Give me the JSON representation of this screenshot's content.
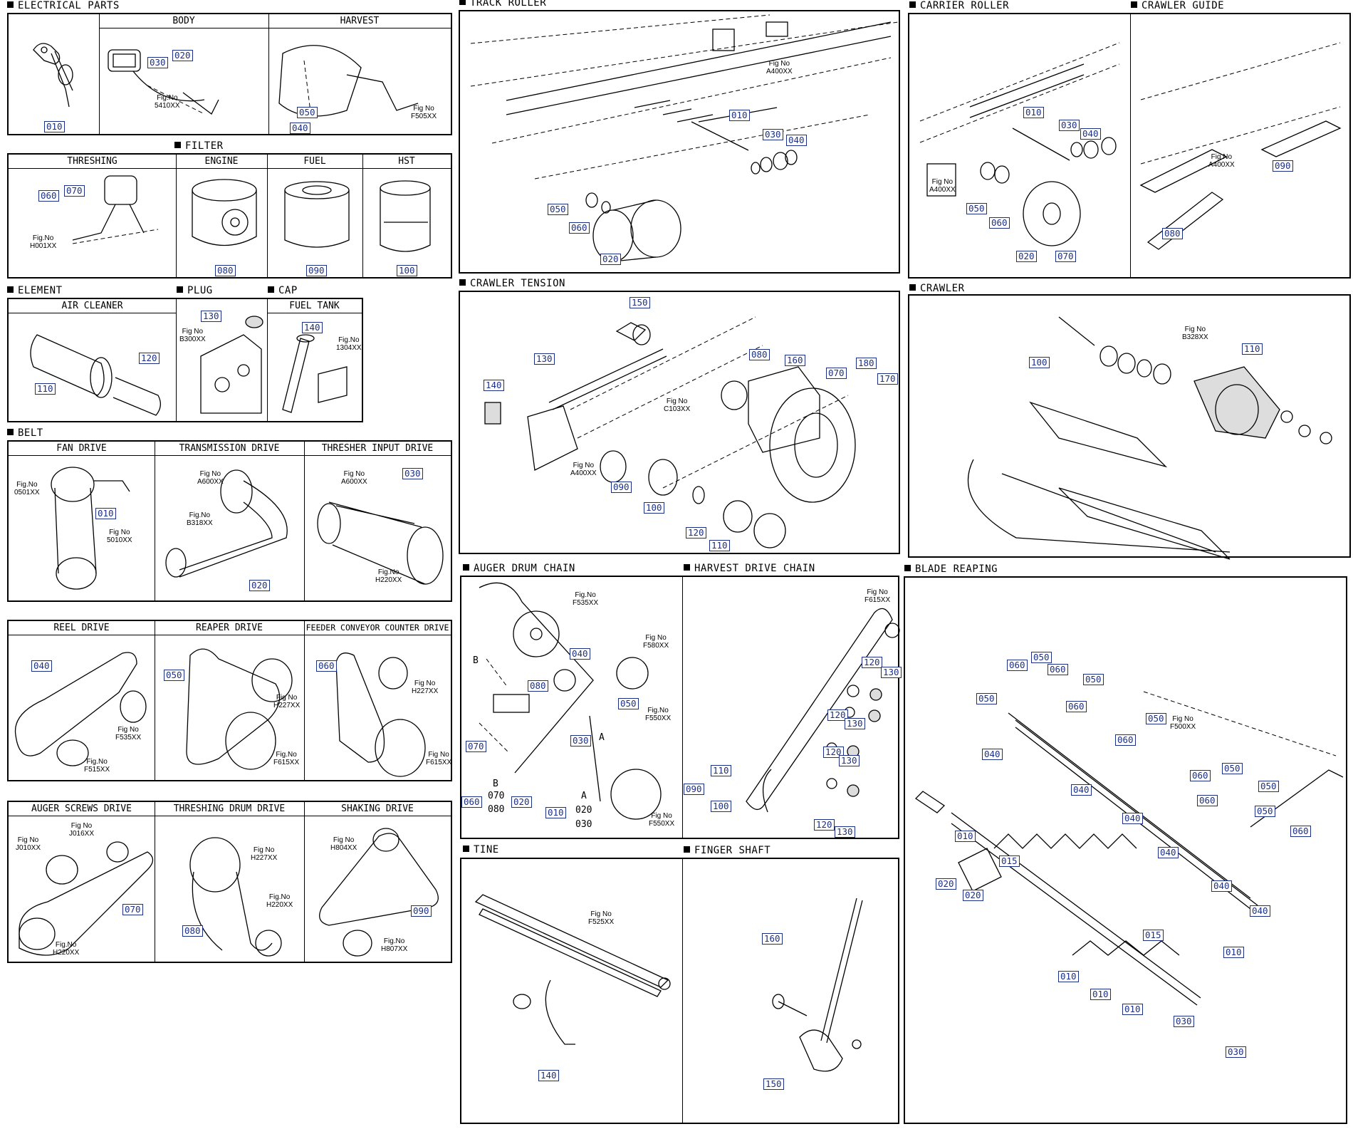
{
  "sections": {
    "electrical_parts": "ELECTRICAL PARTS",
    "filter": "FILTER",
    "element": "ELEMENT",
    "plug": "PLUG",
    "cap": "CAP",
    "belt": "BELT",
    "track_roller": "TRACK ROLLER",
    "crawler_tension": "CRAWLER TENSION",
    "auger_drum_chain": "AUGER DRUM CHAIN",
    "harvest_drive_chain": "HARVEST DRIVE CHAIN",
    "tine": "TINE",
    "finger_shaft": "FINGER SHAFT",
    "carrier_roller": "CARRIER ROLLER",
    "crawler_guide": "CRAWLER GUIDE",
    "crawler": "CRAWLER",
    "blade_reaping": "BLADE REAPING"
  },
  "headers": {
    "body": "BODY",
    "harvest": "HARVEST",
    "threshing": "THRESHING",
    "engine": "ENGINE",
    "fuel": "FUEL",
    "hst": "HST",
    "air_cleaner": "AIR CLEANER",
    "fuel_tank": "FUEL TANK",
    "fan_drive": "FAN DRIVE",
    "transmission_drive": "TRANSMISSION DRIVE",
    "thresher_input_drive": "THRESHER INPUT DRIVE",
    "reel_drive": "REEL DRIVE",
    "reaper_drive": "REAPER DRIVE",
    "feeder_conveyor_counter_drive": "FEEDER CONVEYOR COUNTER DRIVE",
    "auger_screws_drive": "AUGER SCREWS DRIVE",
    "threshing_drum_drive": "THRESHING DRUM DRIVE",
    "shaking_drive": "SHAKING DRIVE"
  },
  "fig": {
    "fig_no": "Fig.No",
    "fig_no_sp": "Fig No",
    "5410": "5410XX",
    "F505": "F505XX",
    "H001": "H001XX",
    "B300": "B300XX",
    "1304": "1304XX",
    "0501": "0501XX",
    "5010": "5010XX",
    "A600": "A600XX",
    "B318": "B318XX",
    "H220": "H220XX",
    "H227": "H227XX",
    "F535": "F535XX",
    "F515": "F515XX",
    "F615": "F615XX",
    "J010": "J010XX",
    "J016": "J016XX",
    "H804": "H804XX",
    "H807": "H807XX",
    "A400": "A400XX",
    "C103": "C103XX",
    "F580": "F580XX",
    "F550": "F550XX",
    "F525": "F525XX",
    "B328": "B328XX",
    "F500": "F500XX"
  },
  "parts": {
    "p010": "010",
    "p015": "015",
    "p020": "020",
    "p030": "030",
    "p040": "040",
    "p050": "050",
    "p060": "060",
    "p070": "070",
    "p080": "080",
    "p090": "090",
    "p100": "100",
    "p110": "110",
    "p120": "120",
    "p130": "130",
    "p140": "140",
    "p150": "150",
    "p160": "160",
    "p170": "170",
    "p180": "180"
  },
  "labels": {
    "A": "A",
    "B": "B"
  }
}
